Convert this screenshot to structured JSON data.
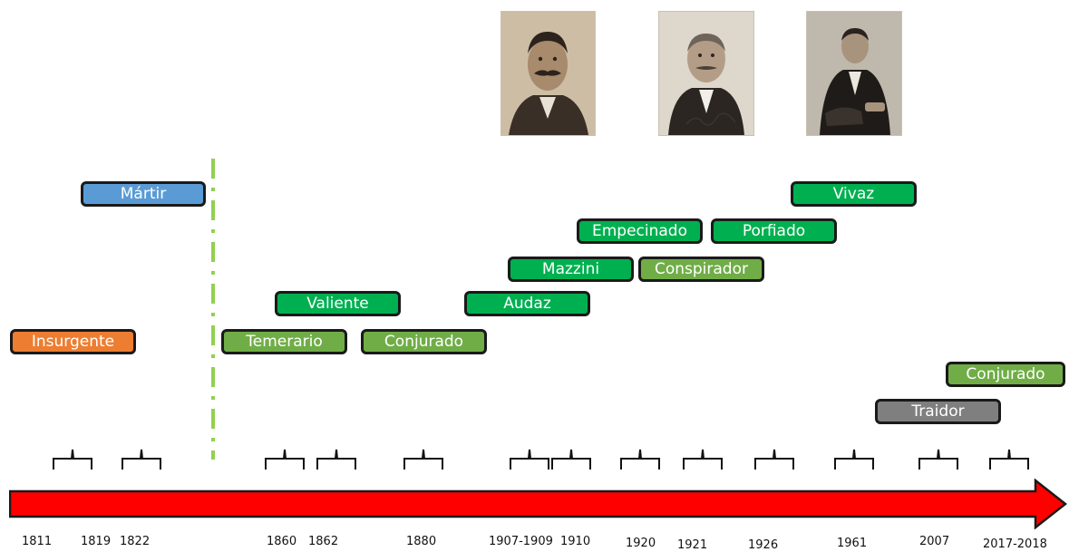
{
  "colors": {
    "light_green": "#70ad47",
    "green": "#00b050",
    "blue": "#5b9bd5",
    "orange": "#ed7d31",
    "gray": "#7f7f7f",
    "arrow_red": "#ff0000",
    "divider_green": "#92d050"
  },
  "photos": [
    {
      "name": "portrait-1",
      "icon": "portrait-mustached-man"
    },
    {
      "name": "portrait-2",
      "icon": "portrait-man-with-signature"
    },
    {
      "name": "portrait-3",
      "icon": "portrait-seated-man"
    }
  ],
  "labels": {
    "martir": "Mártir",
    "insurgente": "Insurgente",
    "valiente": "Valiente",
    "temerario": "Temerario",
    "conjurado_1": "Conjurado",
    "audaz": "Audaz",
    "mazzini": "Mazzini",
    "empecinado": "Empecinado",
    "conspirador": "Conspirador",
    "porfiado": "Porfiado",
    "vivaz": "Vivaz",
    "conjurado_2": "Conjurado",
    "traidor": "Traidor"
  },
  "years": {
    "y1811": "1811",
    "y1819": "1819",
    "y1822": "1822",
    "y1860": "1860",
    "y1862": "1862",
    "y1880": "1880",
    "y1907": "1907-1909",
    "y1910": "1910",
    "y1920": "1920",
    "y1921": "1921",
    "y1926": "1926",
    "y1961": "1961",
    "y2007": "2007",
    "y2017": "2017-2018"
  }
}
